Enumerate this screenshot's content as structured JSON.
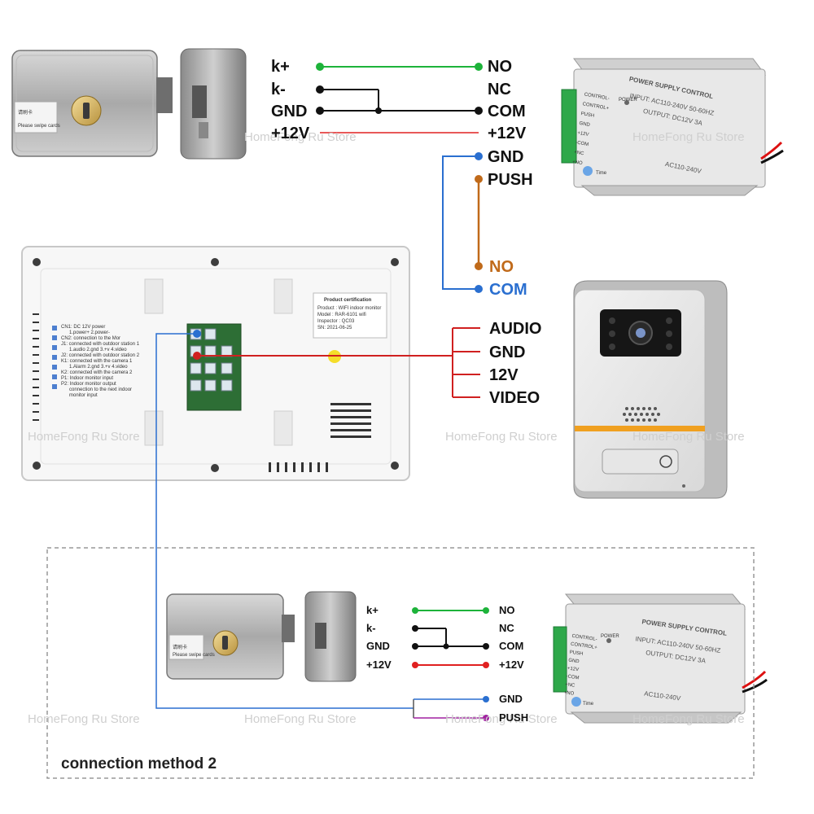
{
  "top_wiring": {
    "lock_terminals": [
      "k+",
      "k-",
      "GND",
      "+12V"
    ],
    "psu_terminals": [
      "NO",
      "NC",
      "COM",
      "+12V",
      "GND",
      "PUSH"
    ],
    "exit_button_terminals": [
      "NO",
      "COM"
    ],
    "camera_terminals": [
      "AUDIO",
      "GND",
      "12V",
      "VIDEO"
    ]
  },
  "method2": {
    "lock_terminals": [
      "k+",
      "k-",
      "GND",
      "+12V"
    ],
    "psu_terminals": [
      "NO",
      "NC",
      "COM",
      "+12V",
      "GND",
      "PUSH"
    ],
    "caption": "connection method 2"
  },
  "watermark": "HomeFong Ru Store",
  "lock_card_text": "请刷卡",
  "lock_card_subtext": "Please swipe cards",
  "psu": {
    "title": "POWER SUPPLY CONTROL",
    "input": "INPUT: AC110-240V 50-60HZ",
    "output": "OUTPUT: DC12V 3A",
    "ac": "AC110-240V",
    "power": "POWER",
    "time": "Time",
    "pins": [
      "CONTROL-",
      "CONTROL+",
      "PUSH",
      "GND",
      "+12V",
      "-COM",
      "+NC",
      "+NO"
    ]
  },
  "monitor": {
    "cert_title": "Product certification",
    "cert_lines": [
      "Product : WIFI indoor monitor",
      "Model : RAR-6101 wifi",
      "Inspector : QC03",
      "SN: 2021-06-25"
    ],
    "spec_lines": [
      "CN1: DC 12V power",
      "1.power+   2.power-",
      "CN2: connection to the Mor",
      "J1: connected with outdoor station 1",
      "1.audio 2.gnd 3.+v 4.video",
      "J2: connected with outdoor station 2",
      "K1: connected with the camera 1",
      "1.Alarm 2.gnd 3.+v 4.video",
      "K2: connected with the camera 2",
      "P1: Indoor monitor input",
      "P2: Indoor monitor output",
      "connection to the next indoor",
      "monitor input"
    ]
  },
  "colors": {
    "green": "#1db33a",
    "black": "#111111",
    "red": "#e02020",
    "blue": "#2a6fd0",
    "orange": "#c06a1a",
    "magenta": "#a020a0"
  }
}
